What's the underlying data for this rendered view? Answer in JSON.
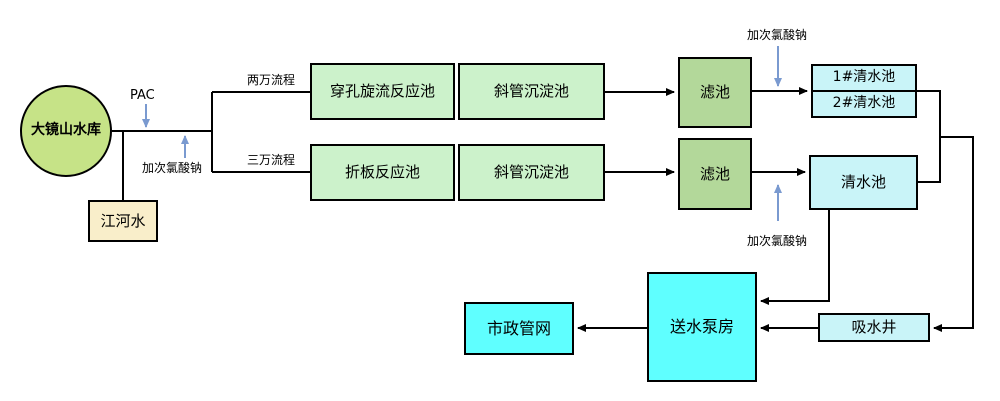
{
  "colors": {
    "reservoir-fill": "#c6e387",
    "process-fill": "#ccf2cb",
    "filter-fill": "#b3d89a",
    "clearwater-fill": "#c9f4f8",
    "pump-fill": "#5fffff",
    "river-fill": "#f9eeca",
    "chem-arrow": "#7a9ad0",
    "line-color": "#000000"
  },
  "nodes": {
    "reservoir": "大镜山水库",
    "river_water": "江河水",
    "perforated_swirl_reactor": "穿孔旋流反应池",
    "inclined_tube_settler_top": "斜管沉淀池",
    "folded_plate_reactor": "折板反应池",
    "inclined_tube_settler_bottom": "斜管沉淀池",
    "filter_top": "滤池",
    "filter_bottom": "滤池",
    "clear_tank_1": "1#清水池",
    "clear_tank_2": "2#清水池",
    "clear_tank_main": "清水池",
    "suction_well": "吸水井",
    "pump_house": "送水泵房",
    "municipal_network": "市政管网"
  },
  "labels": {
    "pac": "PAC",
    "naclo_left": "加次氯酸钠",
    "naclo_top_right": "加次氯酸钠",
    "naclo_bottom_right": "加次氯酸钠",
    "flow_20k": "两万流程",
    "flow_30k": "三万流程"
  }
}
